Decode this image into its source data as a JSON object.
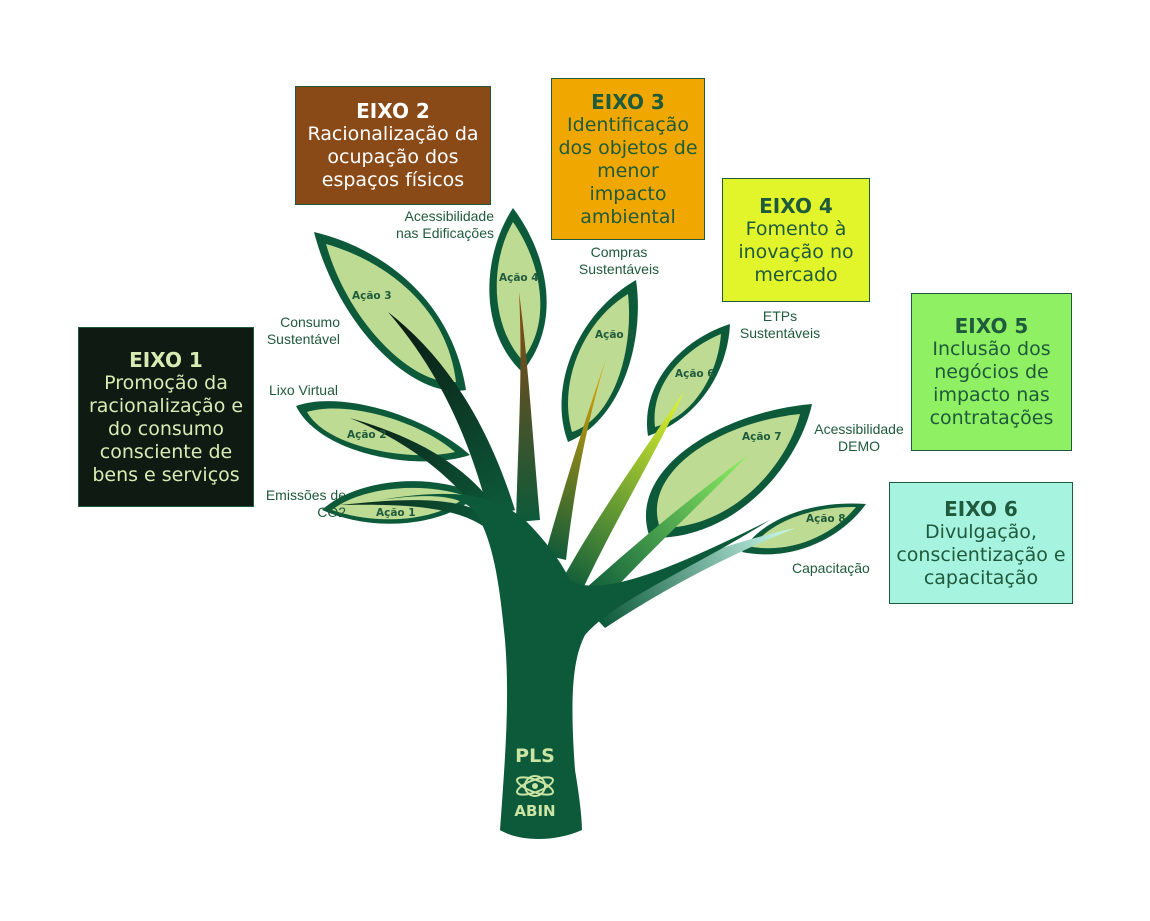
{
  "eixos": [
    {
      "title": "EIXO 1",
      "body": "Promoção da racionalização e do consumo consciente de bens e serviços",
      "bg": "#0f1a12",
      "title_color": "#d6ecb4",
      "text_color": "#d6ecb4"
    },
    {
      "title": "EIXO 2",
      "body": "Racionalização da ocupação dos espaços físicos",
      "bg": "#8a4a17",
      "title_color": "#ffffff",
      "text_color": "#ffffff"
    },
    {
      "title": "EIXO 3",
      "body": "Identificação dos objetos de menor impacto ambiental",
      "bg": "#f0a800",
      "title_color": "#1f5a3c",
      "text_color": "#1f5a3c"
    },
    {
      "title": "EIXO 4",
      "body": "Fomento à inovação no mercado",
      "bg": "#e2f52a",
      "title_color": "#1f5a3c",
      "text_color": "#1f5a3c"
    },
    {
      "title": "EIXO 5",
      "body": "Inclusão dos negócios de impacto nas contratações",
      "bg": "#8ef062",
      "title_color": "#1f5a3c",
      "text_color": "#1f5a3c"
    },
    {
      "title": "EIXO 6",
      "body": "Divulgação, conscientização e capacitação",
      "bg": "#a6f3e0",
      "title_color": "#1f5a3c",
      "text_color": "#1f5a3c"
    }
  ],
  "acoes": [
    {
      "label": "Ação 1",
      "topic": [
        "Emissões de",
        "CO2"
      ]
    },
    {
      "label": "Ação 2",
      "topic": [
        "Lixo Virtual"
      ]
    },
    {
      "label": "Ação 3",
      "topic": [
        "Consumo",
        "Sustentável"
      ]
    },
    {
      "label": "Ação 4",
      "topic": [
        "Acessibilidade",
        "nas Edificações"
      ]
    },
    {
      "label": "Ação 5",
      "topic": [
        "Compras",
        "Sustentáveis"
      ]
    },
    {
      "label": "Ação 6",
      "topic": [
        "ETPs",
        "Sustentáveis"
      ]
    },
    {
      "label": "Ação 7",
      "topic": [
        "Acessibilidade",
        "DEMO"
      ]
    },
    {
      "label": "Ação 8",
      "topic": [
        "Capacitação"
      ]
    }
  ],
  "trunk": {
    "title": "PLS",
    "org": "ABIN"
  },
  "colors": {
    "trunk": "#0d5a3a",
    "leaf_fill": "#bddb93",
    "leaf_border": "#0d5a3a",
    "text": "#1f5a3c"
  }
}
